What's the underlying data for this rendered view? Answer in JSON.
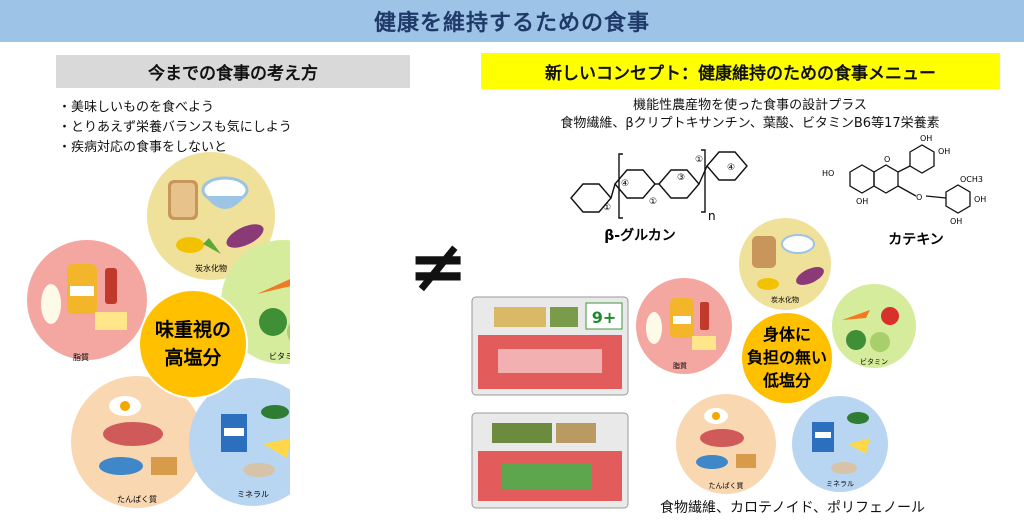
{
  "title": "健康を維持するための食事",
  "old": {
    "heading": "今までの食事の考え方",
    "bullets": [
      "・美味しいものを食べよう",
      "・とりあえず栄養バランスも気にしよう",
      "・疾病対応の食事をしないと"
    ],
    "center": [
      "味重視の",
      "高塩分"
    ],
    "labels": {
      "carb": "炭水化物",
      "vitamin": "ビタミン",
      "fat": "脂質",
      "protein": "たんぱく質",
      "mineral": "ミネラル"
    }
  },
  "not_equal_symbol": "≠",
  "new": {
    "heading": "新しいコンセプト：健康維持のための食事メニュー",
    "design": [
      "機能性農産物を使った食事の設計プラス",
      "食物繊維、βクリプトキサンチン、葉酸、ビタミンB6等17栄養素"
    ],
    "glucan_label": "β-グルカン",
    "glucan_subscript": "n",
    "ring_numbers": [
      "①",
      "④",
      "③"
    ],
    "catechin_label": "カテキン",
    "catechin_atoms": {
      "oh": "OH",
      "ho": "HO",
      "och3": "OCH3",
      "o": "O"
    },
    "center": [
      "身体に",
      "負担の無い",
      "低塩分"
    ],
    "labels": {
      "carb": "炭水化物",
      "vitamin": "ビタミン",
      "fat": "脂質",
      "protein": "たんぱく質",
      "mineral": "ミネラル"
    },
    "bottom_note": "食物繊維、カロテノイド、ポリフェノール",
    "package_badge": "9+"
  },
  "colors": {
    "title_bar": "#9dc3e6",
    "title_text": "#1f3a68",
    "highlight": "#ffff00",
    "gray_head": "#d9d9d9",
    "center_circle": "#ffc000",
    "carb_circle": "#efe09a",
    "vitamin_circle": "#d5ec9c",
    "fat_circle": "#f4a6a0",
    "protein_circle": "#f9d7b0",
    "mineral_circle": "#b8d5f2"
  }
}
